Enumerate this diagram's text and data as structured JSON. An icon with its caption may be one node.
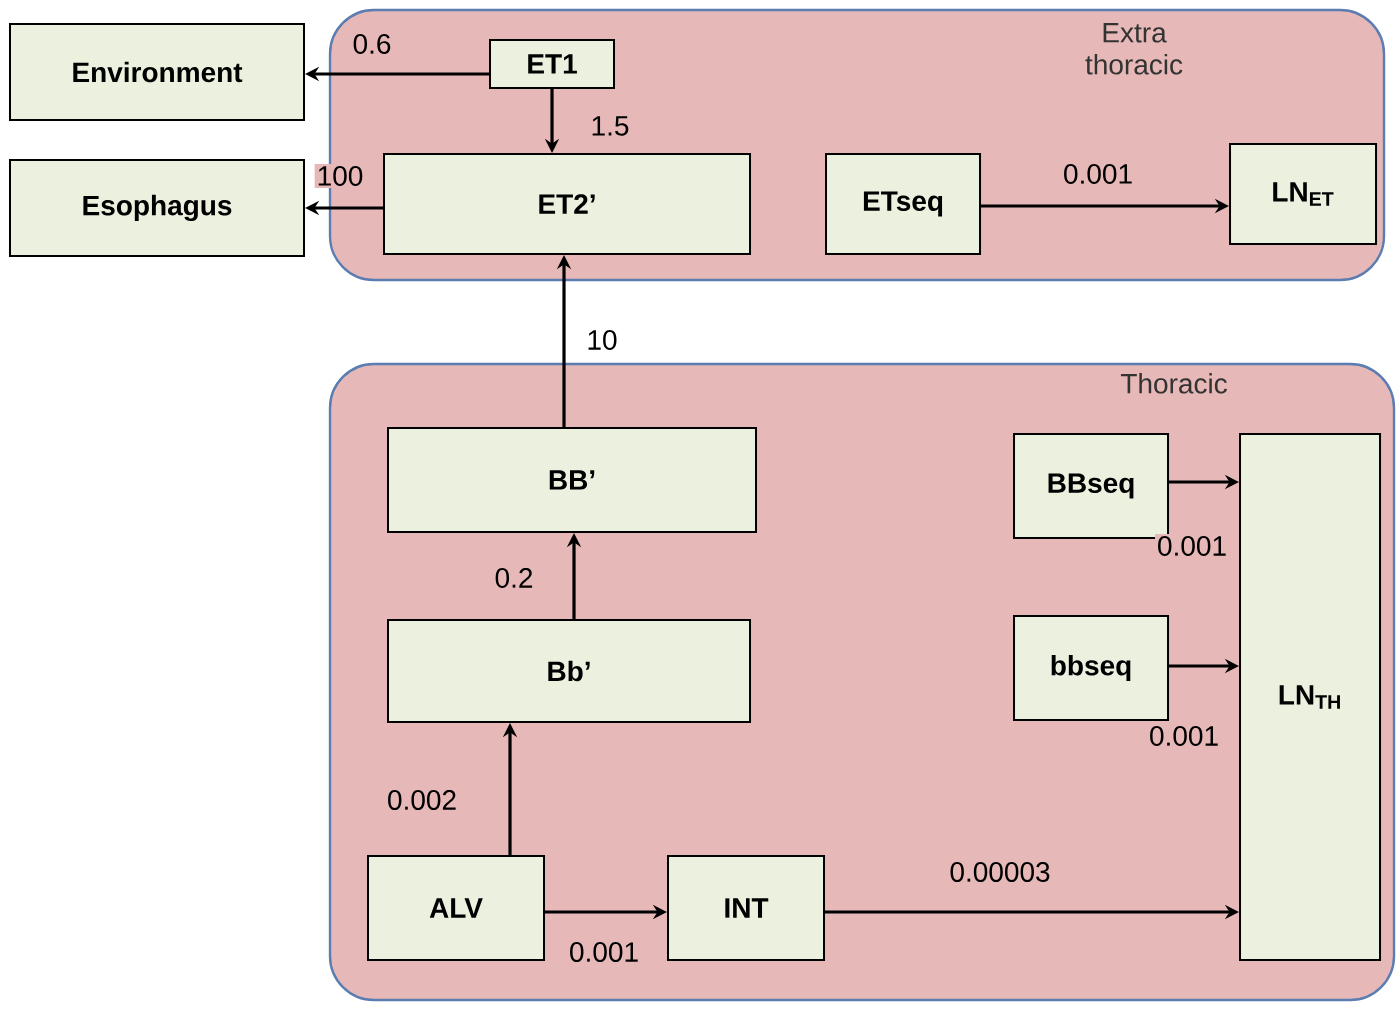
{
  "diagram": {
    "nodes": [
      {
        "text": [
          "Environment"
        ]
      },
      {
        "text": [
          "Esophagus"
        ]
      },
      {
        "text": [
          "Extra thoracic"
        ]
      },
      {
        "text": [
          "ET1"
        ],
        "in": 2
      },
      {
        "text": [
          "ET2’"
        ],
        "in": 2
      },
      {
        "text": [
          "ETseq"
        ],
        "in": 2
      },
      {
        "text": [
          "LN$_{ET}$"
        ],
        "in": 2
      },
      {
        "text": [
          "Thoracic"
        ]
      },
      {
        "text": [
          "BB’"
        ],
        "in": 7
      },
      {
        "text": [
          "BBseq"
        ],
        "in": 7
      },
      {
        "text": [
          "Bb’"
        ],
        "in": 7
      },
      {
        "text": [
          "bbseq"
        ],
        "in": 7
      },
      {
        "text": [
          "LN$_{TH}$"
        ],
        "in": 7
      },
      {
        "text": [
          "ALV"
        ],
        "in": 7
      },
      {
        "text": [
          "INT"
        ],
        "in": 7
      }
    ],
    "edges": [
      {
        "from": 3,
        "to": 0,
        "arrow": "to",
        "label": "0.6"
      },
      {
        "from": 3,
        "to": 4,
        "arrow": "to",
        "label": "1.5"
      },
      {
        "from": 4,
        "to": 1,
        "arrow": "to",
        "label": "100"
      },
      {
        "from": 5,
        "to": 6,
        "arrow": "to",
        "label": "0.001"
      },
      {
        "from": 8,
        "to": 4,
        "arrow": "to",
        "label": "10"
      },
      {
        "from": 10,
        "to": 8,
        "arrow": "to",
        "label": "0.2"
      },
      {
        "from": 9,
        "to": 12,
        "arrow": "to",
        "label": "0.001"
      },
      {
        "from": 11,
        "to": 12,
        "arrow": "to",
        "label": "0.001"
      },
      {
        "from": 13,
        "to": 10,
        "arrow": "to",
        "label": "0.002"
      },
      {
        "from": 13,
        "to": 14,
        "arrow": "to",
        "label": "0.001"
      },
      {
        "from": 14,
        "to": 12,
        "arrow": "to",
        "label": "0.00003"
      }
    ]
  }
}
